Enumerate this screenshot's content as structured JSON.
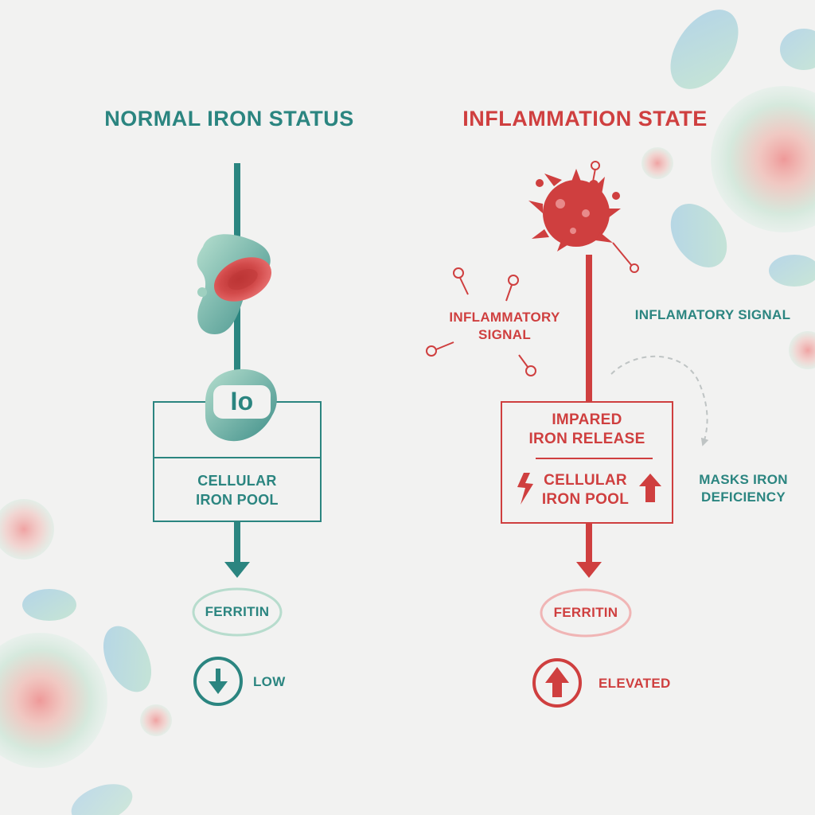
{
  "colors": {
    "teal": "#2b8580",
    "red": "#cf3f3f",
    "background": "#f2f2f1",
    "soft_green": "#b8e0cc",
    "soft_blue": "#a9cfe6",
    "soft_pink": "#f2b3b3"
  },
  "left_panel": {
    "title": "NORMAL IRON STATUS",
    "badge_text": "Io",
    "box_label": "CELLULAR\nIRON POOL",
    "ferritin_label": "FERRITIN",
    "status_label": "LOW",
    "status_icon": "arrow-down-icon"
  },
  "right_panel": {
    "title": "INFLAMMATION STATE",
    "signal_left": "INFLAMMATORY\nSIGNAL",
    "signal_right": "INFLAMATORY SIGNAL",
    "box_top_label": "IMPARED\nIRON RELEASE",
    "box_bottom_label": "CELLULAR\nIRON POOL",
    "side_note": "MASKS IRON\nDEFICIENCY",
    "ferritin_label": "FERRITIN",
    "status_label": "ELEVATED",
    "status_icon": "arrow-up-icon"
  }
}
